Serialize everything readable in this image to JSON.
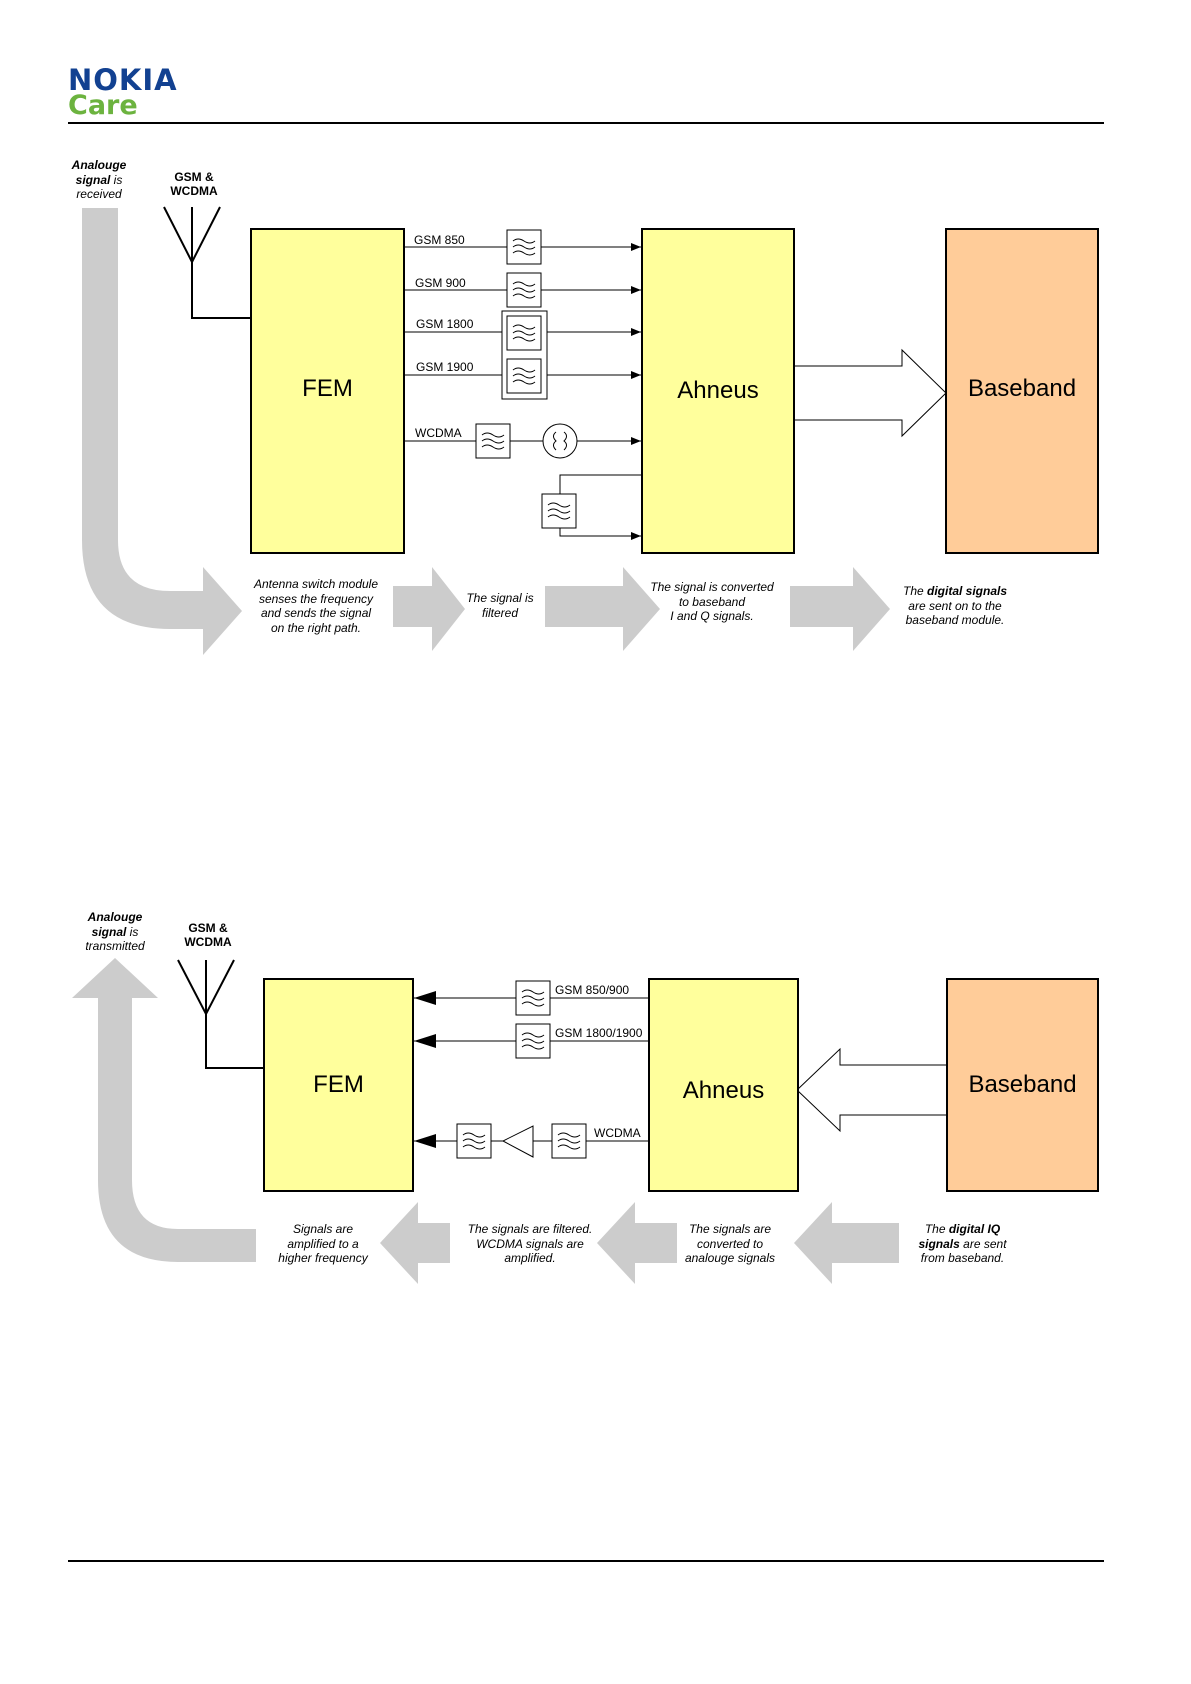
{
  "header": {
    "brand": "NOKIA",
    "subbrand": "Care"
  },
  "colors": {
    "nokia_blue": "#124191",
    "care_green": "#6cb33f",
    "yellow_block": "#ffff9c",
    "orange_block": "#ffcc99",
    "flow_arrow": "#cccccc"
  },
  "rx": {
    "antenna_label": "GSM & WCDMA",
    "start_caption": {
      "l1": "Analouge",
      "l2_bold": "signal",
      "l2_rest": " is",
      "l3": "received"
    },
    "blocks": {
      "fem": "FEM",
      "ahneus": "Ahneus",
      "baseband": "Baseband"
    },
    "paths": [
      "GSM 850",
      "GSM 900",
      "GSM 1800",
      "GSM 1900",
      "WCDMA"
    ],
    "captions": {
      "c1": [
        "Antenna switch module",
        "senses the frequency",
        "and sends the signal",
        "on the right path."
      ],
      "c2": [
        "The signal is",
        "filtered"
      ],
      "c3": [
        "The signal is converted",
        "to baseband",
        "I and Q signals."
      ],
      "c4": {
        "pre": "The ",
        "bold": "digital signals",
        "l2": "are sent on to the",
        "l3": "baseband module."
      }
    }
  },
  "tx": {
    "antenna_label": "GSM & WCDMA",
    "start_caption": {
      "l1": "Analouge",
      "l2_bold": "signal",
      "l2_rest": " is",
      "l3": "transmitted"
    },
    "blocks": {
      "fem": "FEM",
      "ahneus": "Ahneus",
      "baseband": "Baseband"
    },
    "paths": [
      "GSM 850/900",
      "GSM 1800/1900",
      "WCDMA"
    ],
    "captions": {
      "c1": [
        "Signals are",
        "amplified to a",
        "higher frequency"
      ],
      "c2": [
        "The signals are filtered.",
        "WCDMA signals are",
        "amplified."
      ],
      "c3": [
        "The signals are",
        "converted to",
        "analouge signals"
      ],
      "c4": {
        "pre": "The ",
        "bold": "digital IQ",
        "l2_bold": "signals",
        "l2_rest": " are sent",
        "l3": "from baseband."
      }
    }
  }
}
